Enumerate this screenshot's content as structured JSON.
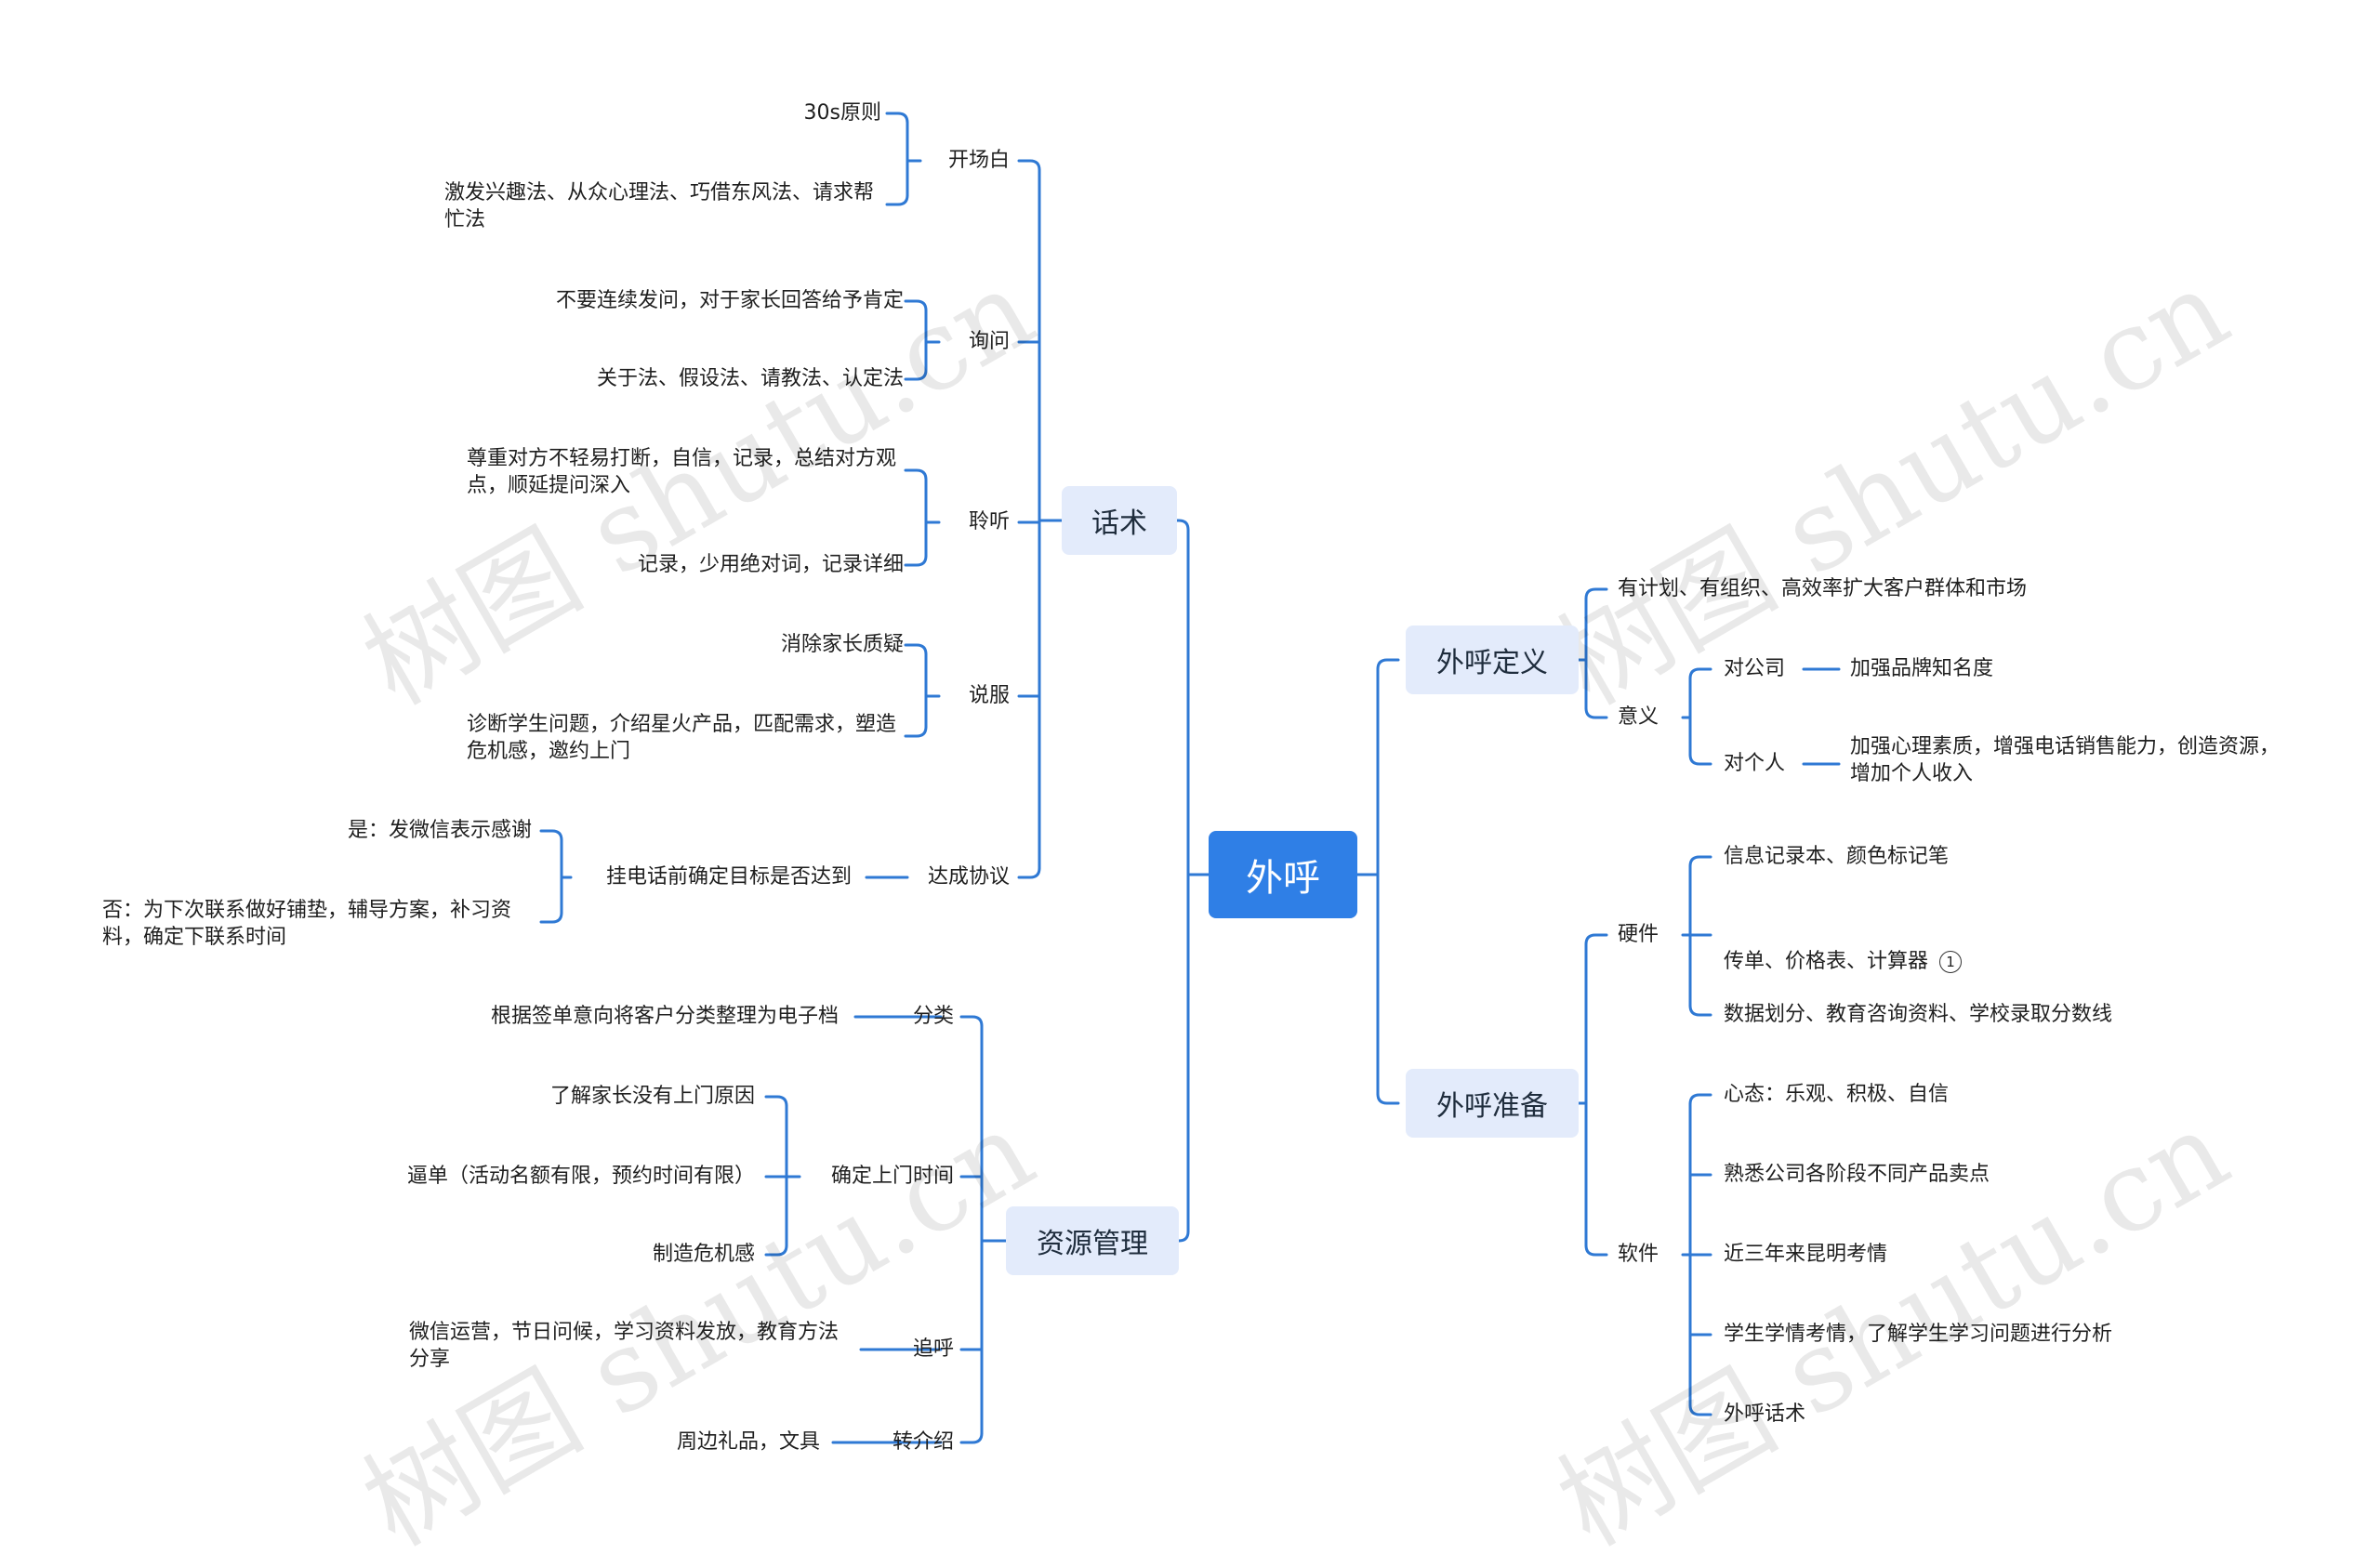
{
  "colors": {
    "line": "#2F79D4",
    "center_bg": "#2F7FE6",
    "branch_bg": "#E3EBFB",
    "text": "#1f1f1f"
  },
  "watermark": "树图 shutu.cn",
  "center": {
    "label": "外呼"
  },
  "left": {
    "huashu": {
      "label": "话术",
      "kaichangbai": {
        "label": "开场白",
        "items": [
          "30s原则",
          "激发兴趣法、从众心理法、巧借东风法、请求帮忙法"
        ]
      },
      "xunwen": {
        "label": "询问",
        "items": [
          "不要连续发问，对于家长回答给予肯定",
          "关于法、假设法、请教法、认定法"
        ]
      },
      "lingting": {
        "label": "聆听",
        "items": [
          "尊重对方不轻易打断，自信，记录，总结对方观点，顺延提问深入",
          "记录，少用绝对词，记录详细"
        ]
      },
      "shuofu": {
        "label": "说服",
        "items": [
          "消除家长质疑",
          "诊断学生问题，介绍星火产品，匹配需求，塑造危机感，邀约上门"
        ]
      },
      "dacheng": {
        "label": "达成协议",
        "sub": {
          "label": "挂电话前确定目标是否达到",
          "items": [
            "是：发微信表示感谢",
            "否：为下次联系做好铺垫，辅导方案，补习资料，确定下联系时间"
          ]
        }
      }
    },
    "ziyuan": {
      "label": "资源管理",
      "fenlei": {
        "label": "分类",
        "items": [
          "根据签单意向将客户分类整理为电子档"
        ]
      },
      "queding": {
        "label": "确定上门时间",
        "items": [
          "了解家长没有上门原因",
          "逼单（活动名额有限，预约时间有限）",
          "制造危机感"
        ]
      },
      "zhuihu": {
        "label": "追呼",
        "items": [
          "微信运营，节日问候，学习资料发放，教育方法分享"
        ]
      },
      "zhuanjieshao": {
        "label": "转介绍",
        "items": [
          "周边礼品，文具"
        ]
      }
    }
  },
  "right": {
    "dingyi": {
      "label": "外呼定义",
      "item0": "有计划、有组织、高效率扩大客户群体和市场",
      "yiyi": {
        "label": "意义",
        "company": {
          "label": "对公司",
          "detail": "加强品牌知名度"
        },
        "person": {
          "label": "对个人",
          "detail": "加强心理素质，增强电话销售能力，创造资源，增加个人收入"
        }
      }
    },
    "zhunbei": {
      "label": "外呼准备",
      "yingjian": {
        "label": "硬件",
        "items": [
          "信息记录本、颜色标记笔",
          "传单、价格表、计算器",
          "数据划分、教育咨询资料、学校录取分数线"
        ],
        "badge": "1"
      },
      "ruanjian": {
        "label": "软件",
        "items": [
          "心态：乐观、积极、自信",
          "熟悉公司各阶段不同产品卖点",
          "近三年来昆明考情",
          "学生学情考情，了解学生学习问题进行分析",
          "外呼话术"
        ]
      }
    }
  }
}
